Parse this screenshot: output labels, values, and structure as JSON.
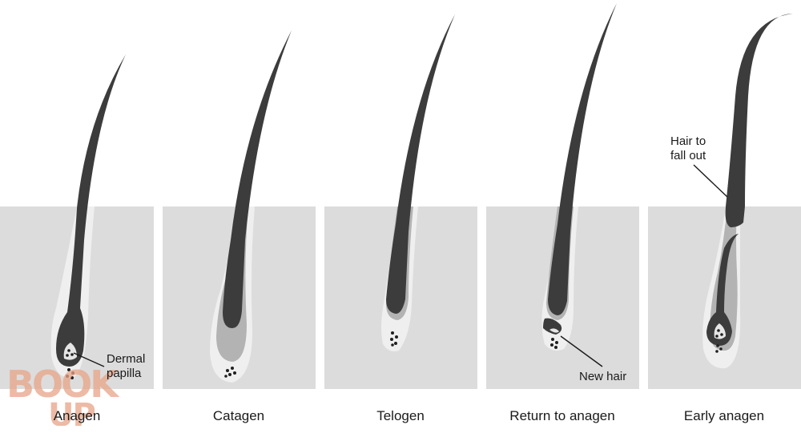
{
  "stages": [
    {
      "label": "Anagen"
    },
    {
      "label": "Catagen"
    },
    {
      "label": "Telogen"
    },
    {
      "label": "Return to anagen"
    },
    {
      "label": "Early anagen"
    }
  ],
  "annotations": {
    "dermal_papilla": [
      "Dermal",
      "papilla"
    ],
    "new_hair": "New hair",
    "hair_to_fall_out": [
      "Hair to",
      "fall out"
    ]
  },
  "watermark": {
    "line1": "BOOK",
    "line2": "UP"
  },
  "colors": {
    "skin": "#dcdcdc",
    "sheath": "#efefef",
    "sheath_mid": "#b3b3b3",
    "hair": "#3c3c3c",
    "text": "#1a1a1a",
    "watermark": "#e8a487"
  }
}
